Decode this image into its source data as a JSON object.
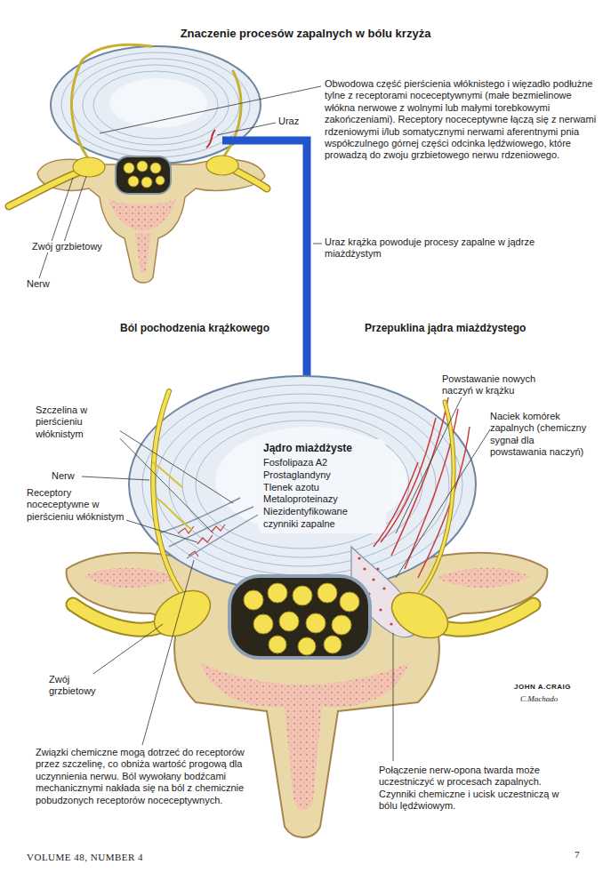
{
  "diagram": {
    "title": "Znaczenie procesów zapalnych w bólu krzyża",
    "nodes": [
      {
        "text": [
          "Jądro miażdżyste",
          "Fosfolipaza A2",
          "Prostaglandyny",
          "Tlenek azotu",
          "Metaloproteinazy",
          "Niezidentyfikowane czynniki zapalne"
        ]
      }
    ],
    "labels": [
      "Obwodowa część pierścienia włóknistego i więzadło podłużne tylne z receptorami noceceptywnymi (małe bezmielinowe włókna nerwowe z wolnymi lub małymi torebkowymi zakończeniami). Receptory noceceptywne łączą się z nerwami rdzeniowymi i/lub somatycznymi nerwami aferentnymi pnia współczulnego górnej części odcinka lędźwiowego, które prowadzą do zwoju grzbietowego nerwu rdzeniowego.",
      "Uraz",
      "Zwój grzbietowy",
      "Nerw",
      "Uraz krążka powoduje procesy zapalne w jądrze miażdżystym",
      "Ból pochodzenia krążkowego",
      "Przepuklina jądra miażdżystego",
      "Powstawanie nowych naczyń w krążku",
      "Naciek komórek zapalnych (chemiczny sygnał dla powstawania naczyń)",
      "Szczelina w pierścieniu włóknistym",
      "Nerw",
      "Receptory noceceptywne w pierścieniu włóknistym",
      "Zwój grzbietowy",
      "Związki chemiczne mogą dotrzeć do receptorów przez szczelinę, co obniża wartość progową dla uczynnienia nerwu. Ból wywołany bodźcami mechanicznymi nakłada się na ból z chemicznie pobudzonych receptorów noceceptywnych.",
      "Połączenie nerw-opona twarda może uczestniczyć w procesach zapalnych. Czynniki chemiczne i ucisk uczestniczą w bólu lędźwiowym.",
      "JOHN A.CRAIG",
      "C.Machado",
      "VOLUME 48, NUMBER 4",
      "7"
    ]
  }
}
